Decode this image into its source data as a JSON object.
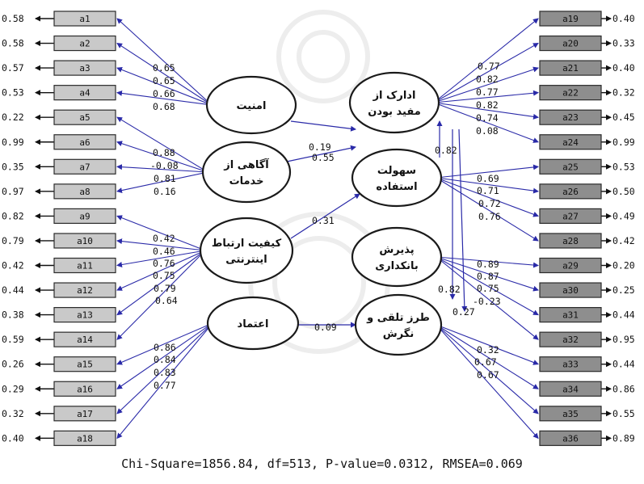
{
  "left_indicators": [
    {
      "name": "a1",
      "error": "0.58"
    },
    {
      "name": "a2",
      "error": "0.58"
    },
    {
      "name": "a3",
      "error": "0.57"
    },
    {
      "name": "a4",
      "error": "0.53"
    },
    {
      "name": "a5",
      "error": "0.22"
    },
    {
      "name": "a6",
      "error": "0.99"
    },
    {
      "name": "a7",
      "error": "0.35"
    },
    {
      "name": "a8",
      "error": "0.97"
    },
    {
      "name": "a9",
      "error": "0.82"
    },
    {
      "name": "a10",
      "error": "0.79"
    },
    {
      "name": "a11",
      "error": "0.42"
    },
    {
      "name": "a12",
      "error": "0.44"
    },
    {
      "name": "a13",
      "error": "0.38"
    },
    {
      "name": "a14",
      "error": "0.59"
    },
    {
      "name": "a15",
      "error": "0.26"
    },
    {
      "name": "a16",
      "error": "0.29"
    },
    {
      "name": "a17",
      "error": "0.32"
    },
    {
      "name": "a18",
      "error": "0.40"
    }
  ],
  "right_indicators": [
    {
      "name": "a19",
      "error": "0.40"
    },
    {
      "name": "a20",
      "error": "0.33"
    },
    {
      "name": "a21",
      "error": "0.40"
    },
    {
      "name": "a22",
      "error": "0.32"
    },
    {
      "name": "a23",
      "error": "0.45"
    },
    {
      "name": "a24",
      "error": "0.99"
    },
    {
      "name": "a25",
      "error": "0.53"
    },
    {
      "name": "a26",
      "error": "0.50"
    },
    {
      "name": "a27",
      "error": "0.49"
    },
    {
      "name": "a28",
      "error": "0.42"
    },
    {
      "name": "a29",
      "error": "0.20"
    },
    {
      "name": "a30",
      "error": "0.25"
    },
    {
      "name": "a31",
      "error": "0.44"
    },
    {
      "name": "a32",
      "error": "0.95"
    },
    {
      "name": "a33",
      "error": "0.44"
    },
    {
      "name": "a34",
      "error": "0.86"
    },
    {
      "name": "a35",
      "error": "0.55"
    },
    {
      "name": "a36",
      "error": "0.89"
    }
  ],
  "left_latents": [
    {
      "lines": [
        "امنیت"
      ],
      "loadings": [
        "0.65",
        "0.65",
        "0.66",
        "0.68"
      ]
    },
    {
      "lines": [
        "آگاهی از",
        "خدمات"
      ],
      "loadings": [
        "0.88",
        "-0.08",
        "0.81",
        "0.16"
      ]
    },
    {
      "lines": [
        "کیفیت ارتباط",
        "اینترنتی"
      ],
      "loadings": [
        "0.42",
        "0.46",
        "0.76",
        "0.75",
        "0.79",
        "0.64"
      ]
    },
    {
      "lines": [
        "اعتماد"
      ],
      "loadings": [
        "0.86",
        "0.84",
        "0.83",
        "0.77"
      ]
    }
  ],
  "right_latents": [
    {
      "lines": [
        "ادارک از",
        "مفید بودن"
      ],
      "loadings": [
        "0.77",
        "0.82",
        "0.77",
        "0.82",
        "0.74",
        "0.08"
      ]
    },
    {
      "lines": [
        "سهولت",
        "استفاده"
      ],
      "loadings": [
        "0.69",
        "0.71",
        "0.72",
        "0.76"
      ]
    },
    {
      "lines": [
        "پذیرش",
        "بانکداری"
      ],
      "loadings": [
        "0.89",
        "0.87",
        "0.75",
        "-0.23"
      ]
    },
    {
      "lines": [
        "طرز تلقی و",
        "نگرش"
      ],
      "loadings": [
        "0.32",
        "0.67",
        "0.67"
      ]
    }
  ],
  "structural_paths": [
    {
      "label": "0.19"
    },
    {
      "label": "0.55"
    },
    {
      "label": "0.31"
    },
    {
      "label": "0.09"
    },
    {
      "label": "0.82"
    },
    {
      "label": "0.82"
    },
    {
      "label": "0.27"
    }
  ],
  "footer": {
    "stats": "Chi-Square=1856.84, df=513, P-value=0.0312, RMSEA=0.069"
  }
}
